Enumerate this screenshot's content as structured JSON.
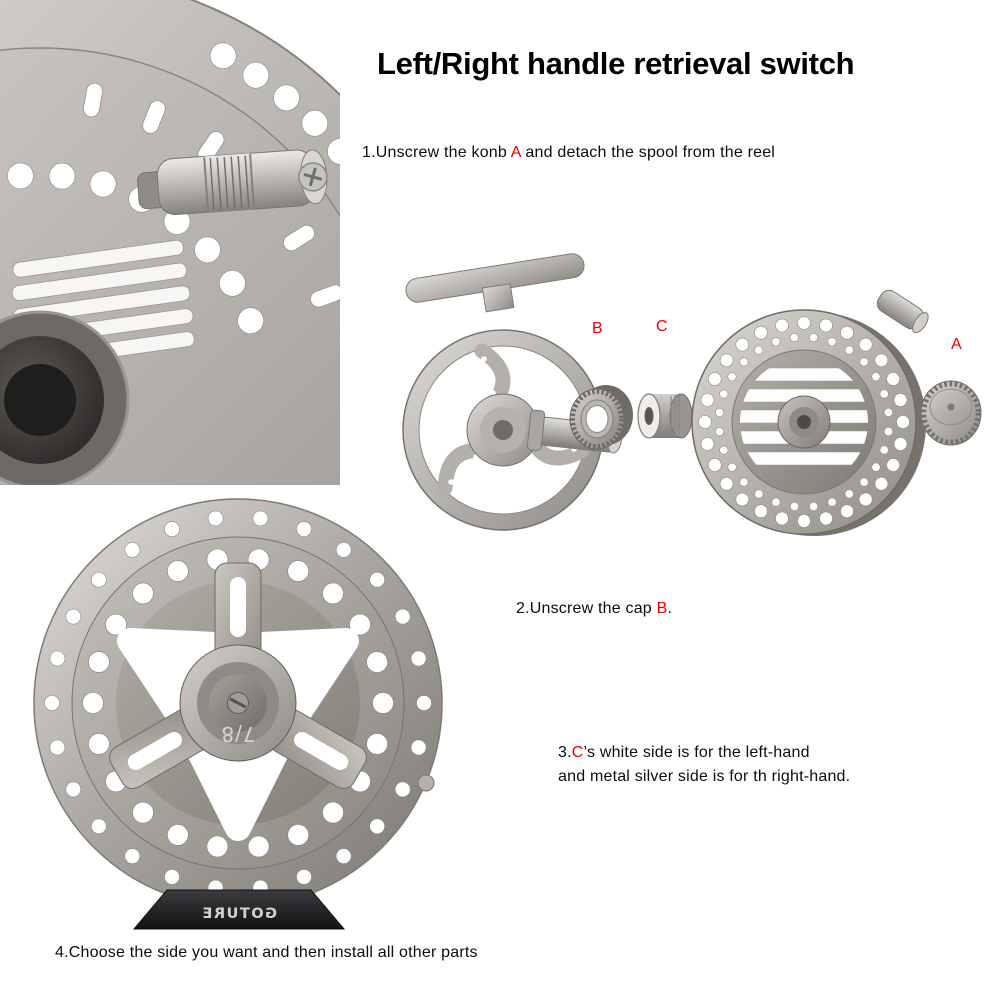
{
  "title": "Left/Right handle retrieval switch",
  "steps": {
    "step1": {
      "pre": "1.Unscrew the konb ",
      "red": "A",
      "post": " and detach the spool from the reel"
    },
    "step2": {
      "pre": "2.Unscrew the cap ",
      "red": "B",
      "post": "."
    },
    "step3": {
      "pre": "3.",
      "red": "C",
      "post": "’s white side is for the left-hand",
      "line2": "and metal silver side is for th right-hand."
    },
    "step4": {
      "text": "4.Choose the side you want and then install all other parts"
    }
  },
  "part_labels": {
    "a": "A",
    "b": "B",
    "c": "C"
  },
  "reel": {
    "size_marking": "7/8",
    "brand": "GOTURE"
  },
  "colors": {
    "accent_red": "#f00000",
    "text": "#000000",
    "metal_light": "#dcd9d5",
    "metal_dark": "#55524e"
  }
}
